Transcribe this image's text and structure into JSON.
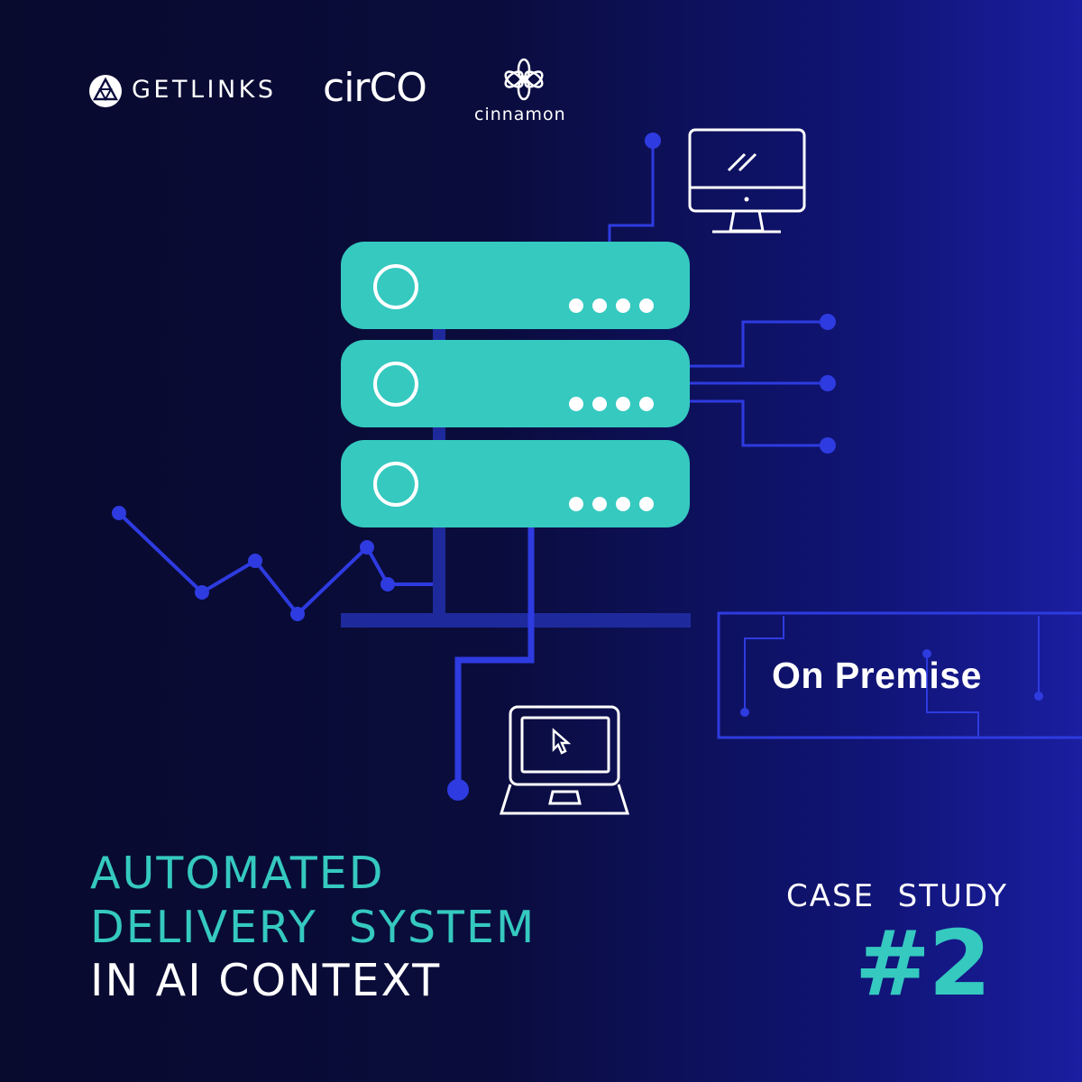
{
  "logos": {
    "getlinks": "GETLINKS",
    "circo": "cirCO",
    "cinnamon": "cinnamon"
  },
  "badge": {
    "label": "On Premise"
  },
  "headline": {
    "line1": "AUTOMATED",
    "line2": "DELIVERY  SYSTEM",
    "line3": "IN AI CONTEXT"
  },
  "case": {
    "label": "CASE  STUDY",
    "number": "#2"
  },
  "colors": {
    "teal": "#35c9c0",
    "line_blue": "#2e3be0",
    "background": "#0a0c3c",
    "white": "#ffffff"
  },
  "icons": [
    "getlinks-logo-icon",
    "cinnamon-flower-icon",
    "server-icon",
    "monitor-icon",
    "laptop-icon",
    "cursor-icon"
  ]
}
